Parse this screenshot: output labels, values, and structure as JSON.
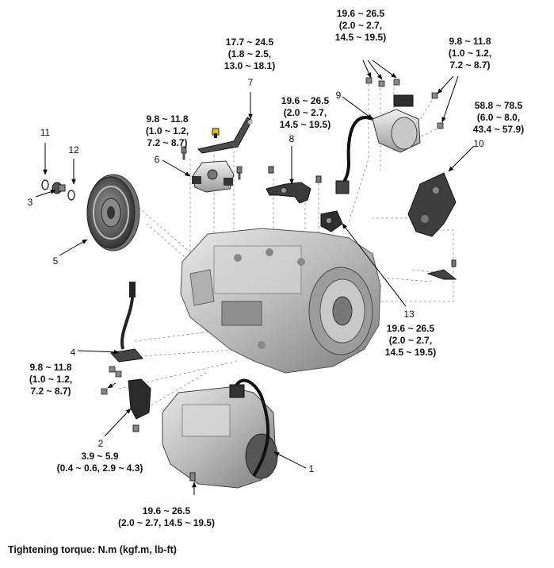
{
  "callouts": {
    "c1": "1",
    "c2": "2",
    "c3": "3",
    "c4": "4",
    "c5": "5",
    "c6": "6",
    "c7": "7",
    "c8": "8",
    "c9": "9",
    "c10": "10",
    "c11": "11",
    "c12": "12",
    "c13": "13"
  },
  "torques": {
    "t_bolts9_top": "19.6 ~ 26.5\n(2.0 ~ 2.7,\n14.5 ~ 19.5)",
    "t_bolts9_right": "9.8 ~ 11.8\n(1.0 ~ 1.2,\n7.2 ~ 8.7)",
    "t_part7": "17.7 ~ 24.5\n(1.8 ~ 2.5,\n13.0 ~ 18.1)",
    "t_part8": "19.6 ~ 26.5\n(2.0 ~ 2.7,\n14.5 ~ 19.5)",
    "t_part6": "9.8 ~ 11.8\n(1.0 ~ 1.2,\n7.2 ~ 8.7)",
    "t_part10": "58.8 ~ 78.5\n(6.0 ~ 8.0,\n43.4 ~ 57.9)",
    "t_part13": "19.6 ~ 26.5\n(2.0 ~ 2.7,\n14.5 ~ 19.5)",
    "t_part4": "9.8 ~ 11.8\n(1.0 ~ 1.2,\n7.2 ~ 8.7)",
    "t_part2": "3.9 ~ 5.9\n(0.4 ~ 0.6, 2.9 ~ 4.3)",
    "t_part1": "19.6 ~ 26.5\n(2.0 ~ 2.7, 14.5 ~ 19.5)"
  },
  "footer": "Tightening torque: N.m (kgf.m, lb-ft)"
}
